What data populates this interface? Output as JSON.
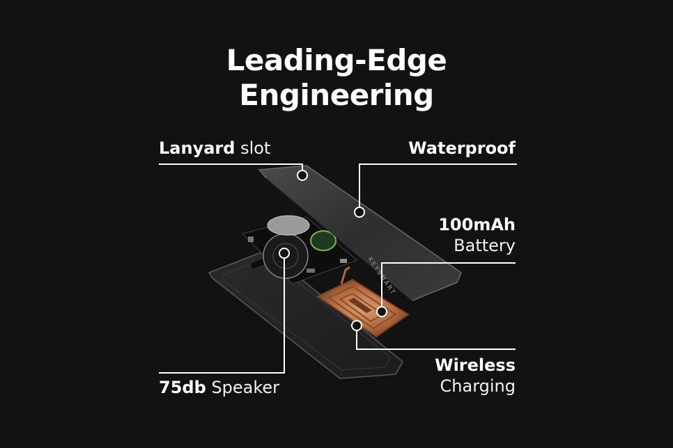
{
  "title": {
    "line1": "Leading-Edge",
    "line2": "Engineering"
  },
  "callouts": {
    "lanyard": {
      "bold": "Lanyard",
      "rest": " slot"
    },
    "waterproof": {
      "bold": "Waterproof"
    },
    "battery": {
      "bold": "100mAh",
      "rest": "Battery"
    },
    "wireless": {
      "bold": "Wireless",
      "rest": "Charging"
    },
    "speaker": {
      "bold": "75db",
      "rest": " Speaker"
    }
  },
  "device": {
    "brand_text": "KEYSMART"
  },
  "colors": {
    "background": "#121212",
    "text": "#ffffff",
    "coil": "#b0683d"
  }
}
